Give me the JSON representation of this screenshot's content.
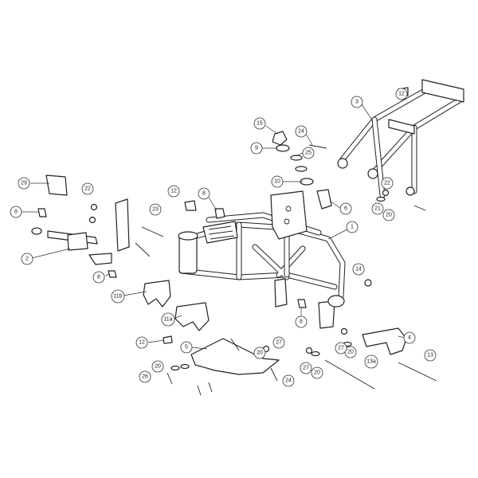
{
  "callouts": [
    "1",
    "2",
    "3",
    "4",
    "5",
    "6",
    "8",
    "9",
    "10",
    "11a",
    "11b",
    "12",
    "13",
    "13a",
    "14",
    "15",
    "20",
    "21",
    "22",
    "23",
    "24",
    "25",
    "26",
    "27",
    "29"
  ],
  "accent": "#222222"
}
